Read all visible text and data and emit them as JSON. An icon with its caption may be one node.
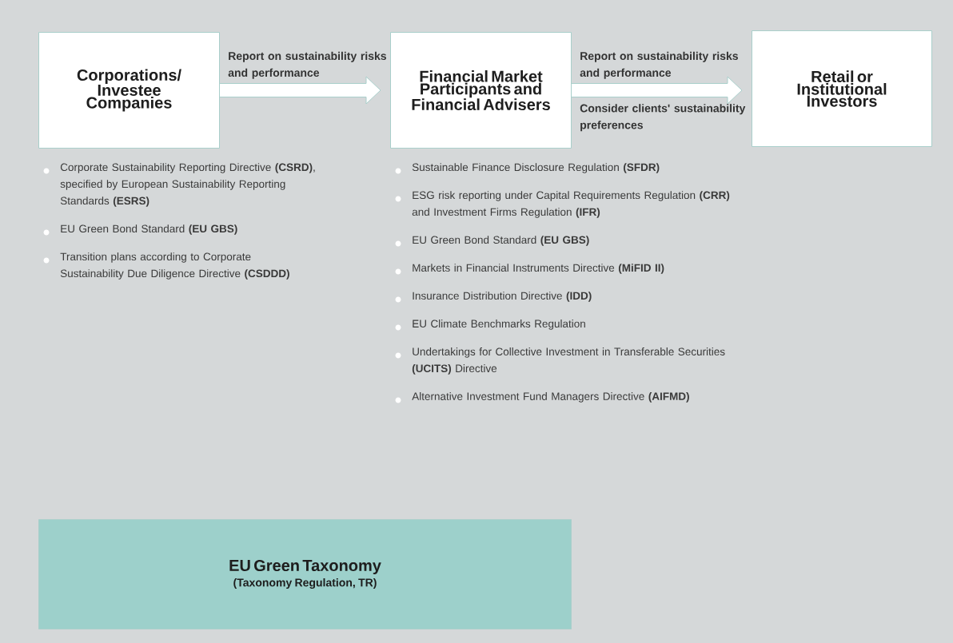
{
  "diagram": {
    "nodes": [
      {
        "text": [
          "Corporations/ Investee Companies"
        ],
        "beside": [
          "Corporate Sustainability Reporting Directive **(CSRD)**, specified by European Sustainability Reporting Standards **(ESRS)**",
          "EU Green Bond Standard **(EU GBS)**",
          "Transition plans according to Corporate Sustainability Due Diligence Directive **(CSDDD)**"
        ]
      },
      {
        "text": [
          "Financial Market Participants and Financial Advisers"
        ],
        "beside": [
          "Sustainable Finance Disclosure Regulation **(SFDR)**",
          "ESG risk reporting under Capital Requirements Regulation **(CRR)** and Investment Firms Regulation **(IFR)**",
          "EU Green Bond Standard **(EU GBS)**",
          "Markets in Financial Instruments Directive **(MiFID II)**",
          "Insurance Distribution Directive **(IDD)**",
          "EU Climate Benchmarks Regulation",
          "Undertakings for Collective Investment in Transferable Securities **(UCITS)** Directive",
          "Alternative Investment Fund Managers Directive **(AIFMD)**"
        ]
      },
      {
        "text": [
          "Retail or Institutional Investors"
        ]
      },
      {
        "text": [
          "EU Green Taxonomy",
          "(Taxonomy Regulation, TR)"
        ]
      }
    ],
    "edges": [
      {
        "from": 0,
        "to": 1,
        "arrow": "to",
        "label": "Report on sustainability risks and performance"
      },
      {
        "from": 1,
        "to": 2,
        "arrow": "to",
        "label": "Report on sustainability risks and performance"
      }
    ],
    "labels": [
      "Consider clients' sustainability preferences"
    ]
  }
}
